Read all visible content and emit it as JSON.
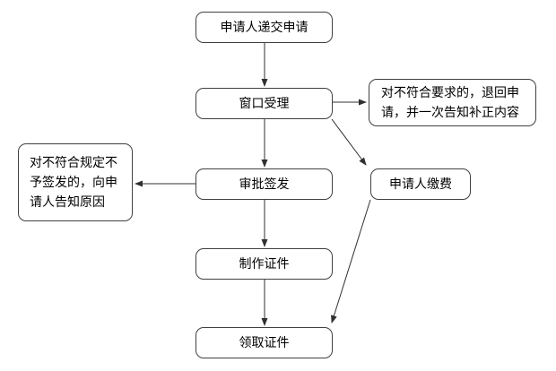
{
  "colors": {
    "background": "#ffffff",
    "node_fill": "#ffffff",
    "node_border": "#404040",
    "text": "#000000",
    "arrow": "#303030"
  },
  "flowchart": {
    "nodes": {
      "submit": {
        "label": "申请人递交申请"
      },
      "accept": {
        "label": "窗口受理"
      },
      "return_notice": {
        "label": "对不符合要求的，退回申请，并一次告知补正内容"
      },
      "approve": {
        "label": "审批签发"
      },
      "reject_notice": {
        "label": "对不符合规定不予签发的，向申请人告知原因"
      },
      "pay": {
        "label": "申请人缴费"
      },
      "produce": {
        "label": "制作证件"
      },
      "receive": {
        "label": "领取证件"
      }
    },
    "edges": [
      {
        "from": "submit",
        "to": "accept"
      },
      {
        "from": "accept",
        "to": "return_notice"
      },
      {
        "from": "accept",
        "to": "approve"
      },
      {
        "from": "accept",
        "to": "pay"
      },
      {
        "from": "approve",
        "to": "reject_notice"
      },
      {
        "from": "approve",
        "to": "produce"
      },
      {
        "from": "produce",
        "to": "receive"
      },
      {
        "from": "pay",
        "to": "receive"
      }
    ]
  }
}
